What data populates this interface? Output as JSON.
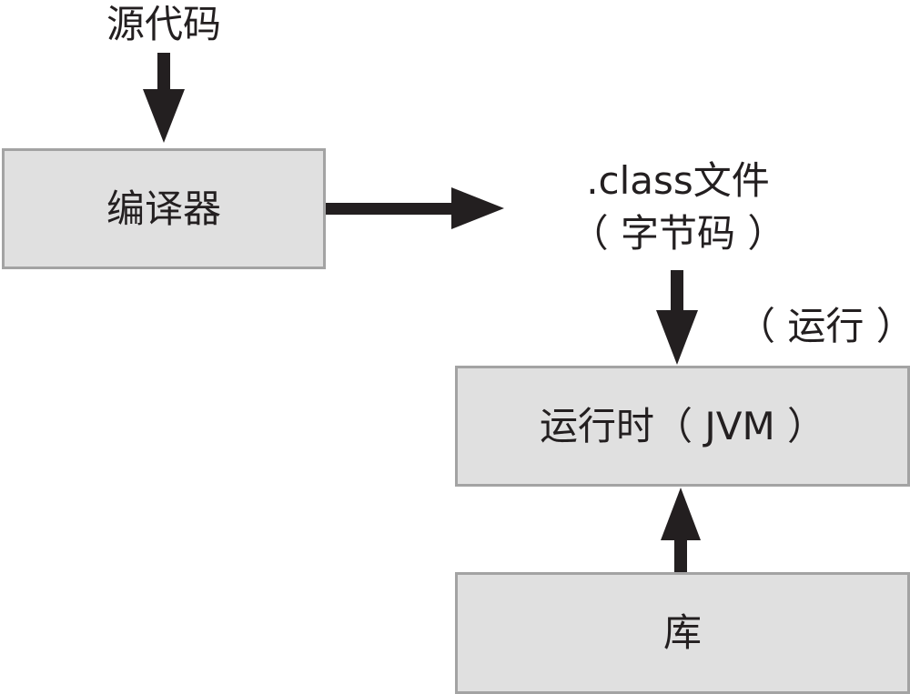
{
  "nodes": {
    "source": "源代码",
    "compiler": "编译器",
    "class_file_line1": ".class文件",
    "class_file_line2": "（ 字节码 ）",
    "run_label": "（ 运行 ）",
    "runtime": "运行时（ JVM ）",
    "library": "库"
  },
  "colors": {
    "arrow": "#231f20",
    "box_fill": "#e0e0e0",
    "box_border": "#a3a3a3"
  }
}
